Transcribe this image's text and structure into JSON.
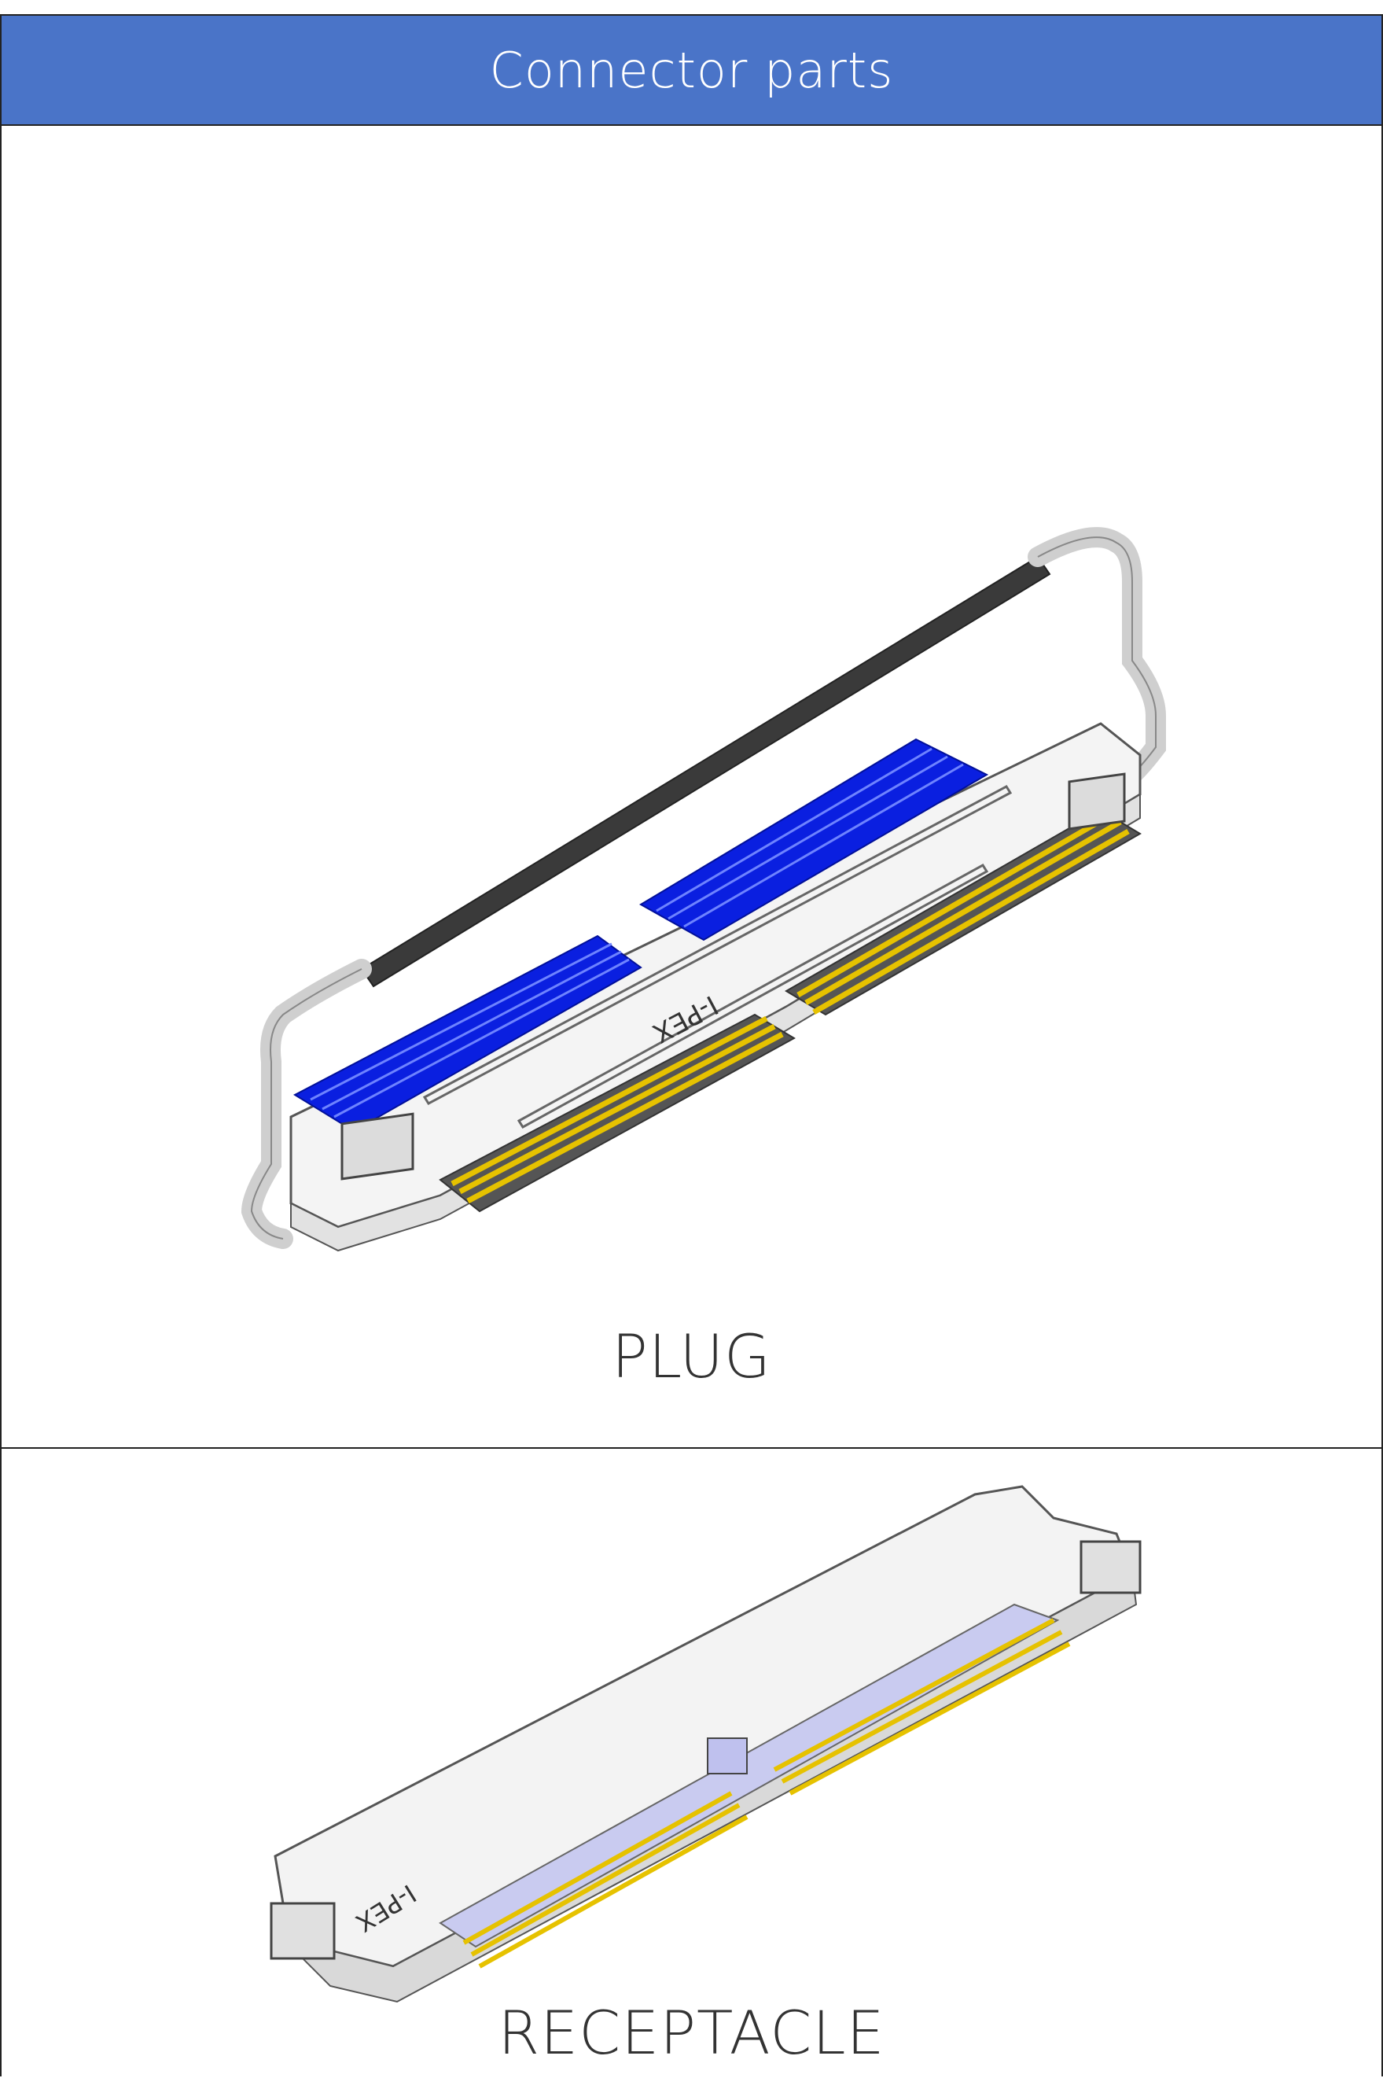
{
  "header": {
    "title": "Connector parts"
  },
  "sections": {
    "plug": {
      "label": "PLUG"
    },
    "receptacle": {
      "label": "RECEPTACLE"
    }
  },
  "markings": {
    "brand": "I-PEX"
  },
  "colors": {
    "header_bg": "#4a74c8",
    "contact_blue": "#0a1fe0",
    "contact_gold": "#e6c200",
    "bar_dark": "#3a3a3a"
  }
}
